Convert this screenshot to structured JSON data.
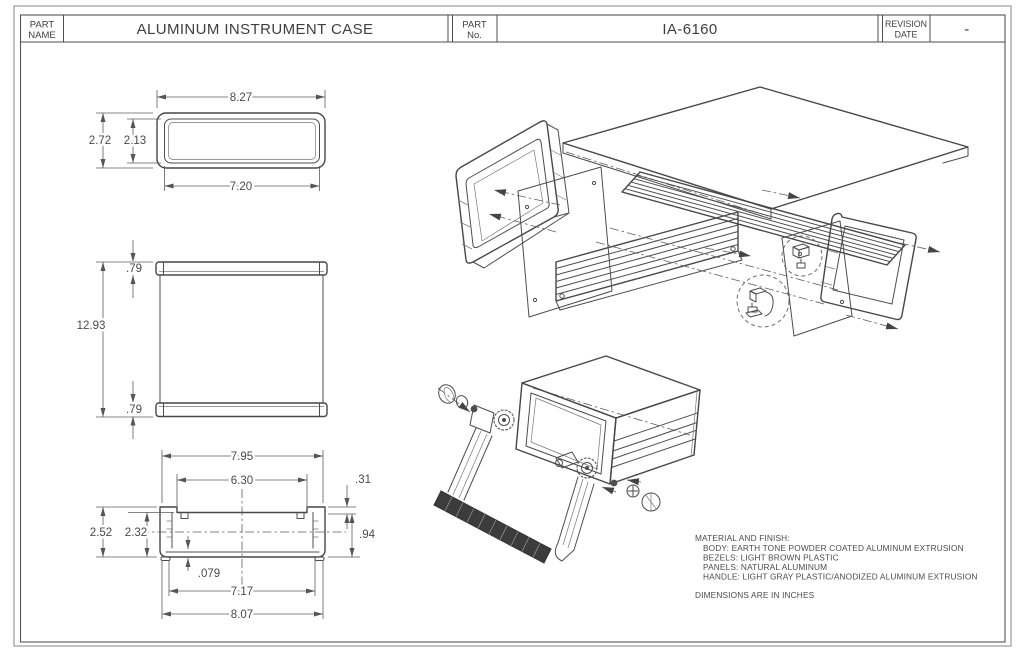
{
  "title_block": {
    "part_name_label": [
      "PART",
      "NAME"
    ],
    "part_name": "ALUMINUM INSTRUMENT CASE",
    "part_no_label": [
      "PART",
      "No."
    ],
    "part_no": "IA-6160",
    "revision_label": [
      "REVISION",
      "DATE"
    ],
    "revision": "-"
  },
  "front_view": {
    "width_outer": "8.27",
    "height_outer": "2.72",
    "height_inner": "2.13",
    "width_inner": "7.20"
  },
  "side_view": {
    "top_cap": ".79",
    "length_overall": "12.93",
    "bottom_cap": ".79"
  },
  "section_view": {
    "width_top": "7.95",
    "width_recess": "6.30",
    "lip_height": ".31",
    "height_outer": "2.52",
    "height_inner": "2.32",
    "groove_depth": ".94",
    "wall_thickness": ".079",
    "width_bottom_inner": "7.17",
    "width_bottom": "8.07"
  },
  "notes": {
    "heading": "MATERIAL AND FINISH:",
    "lines": [
      "BODY: EARTH TONE POWDER COATED ALUMINUM EXTRUSION",
      "BEZELS: LIGHT BROWN PLASTIC",
      "PANELS: NATURAL ALUMINUM",
      "HANDLE: LIGHT GRAY PLASTIC/ANODIZED ALUMINUM EXTRUSION"
    ],
    "units": "DIMENSIONS ARE IN INCHES"
  },
  "colors": {
    "line": "#4d4d4d",
    "text": "#4a4a4a",
    "background": "#ffffff",
    "grip": "#3c3c3c"
  }
}
